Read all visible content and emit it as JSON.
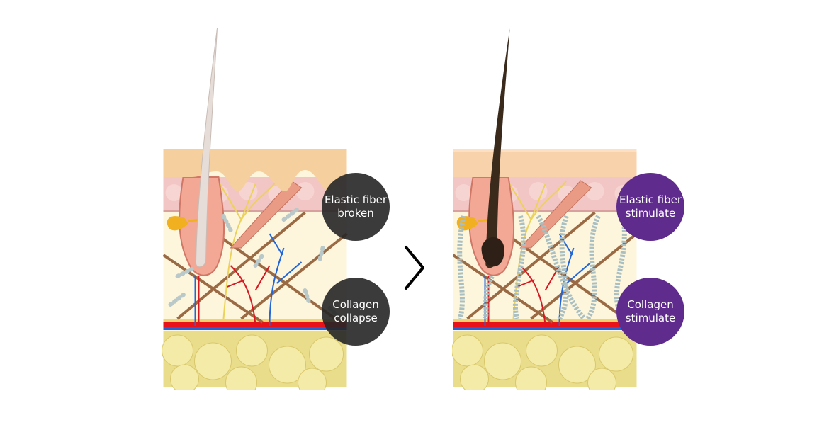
{
  "before": {
    "hair_color": "#e6ddd8",
    "labels": {
      "top": [
        "Elastic fiber",
        "broken"
      ],
      "bottom": [
        "Collagen",
        "collapse"
      ]
    },
    "badge_color": "#262626"
  },
  "after": {
    "hair_color": "#3a2a1c",
    "labels": {
      "top": [
        "Elastic fiber",
        "stimulate"
      ],
      "bottom": [
        "Collagen",
        "stimulate"
      ]
    },
    "badge_color": "#5f2b8c"
  },
  "arrow_icon": "chevron-right-icon"
}
